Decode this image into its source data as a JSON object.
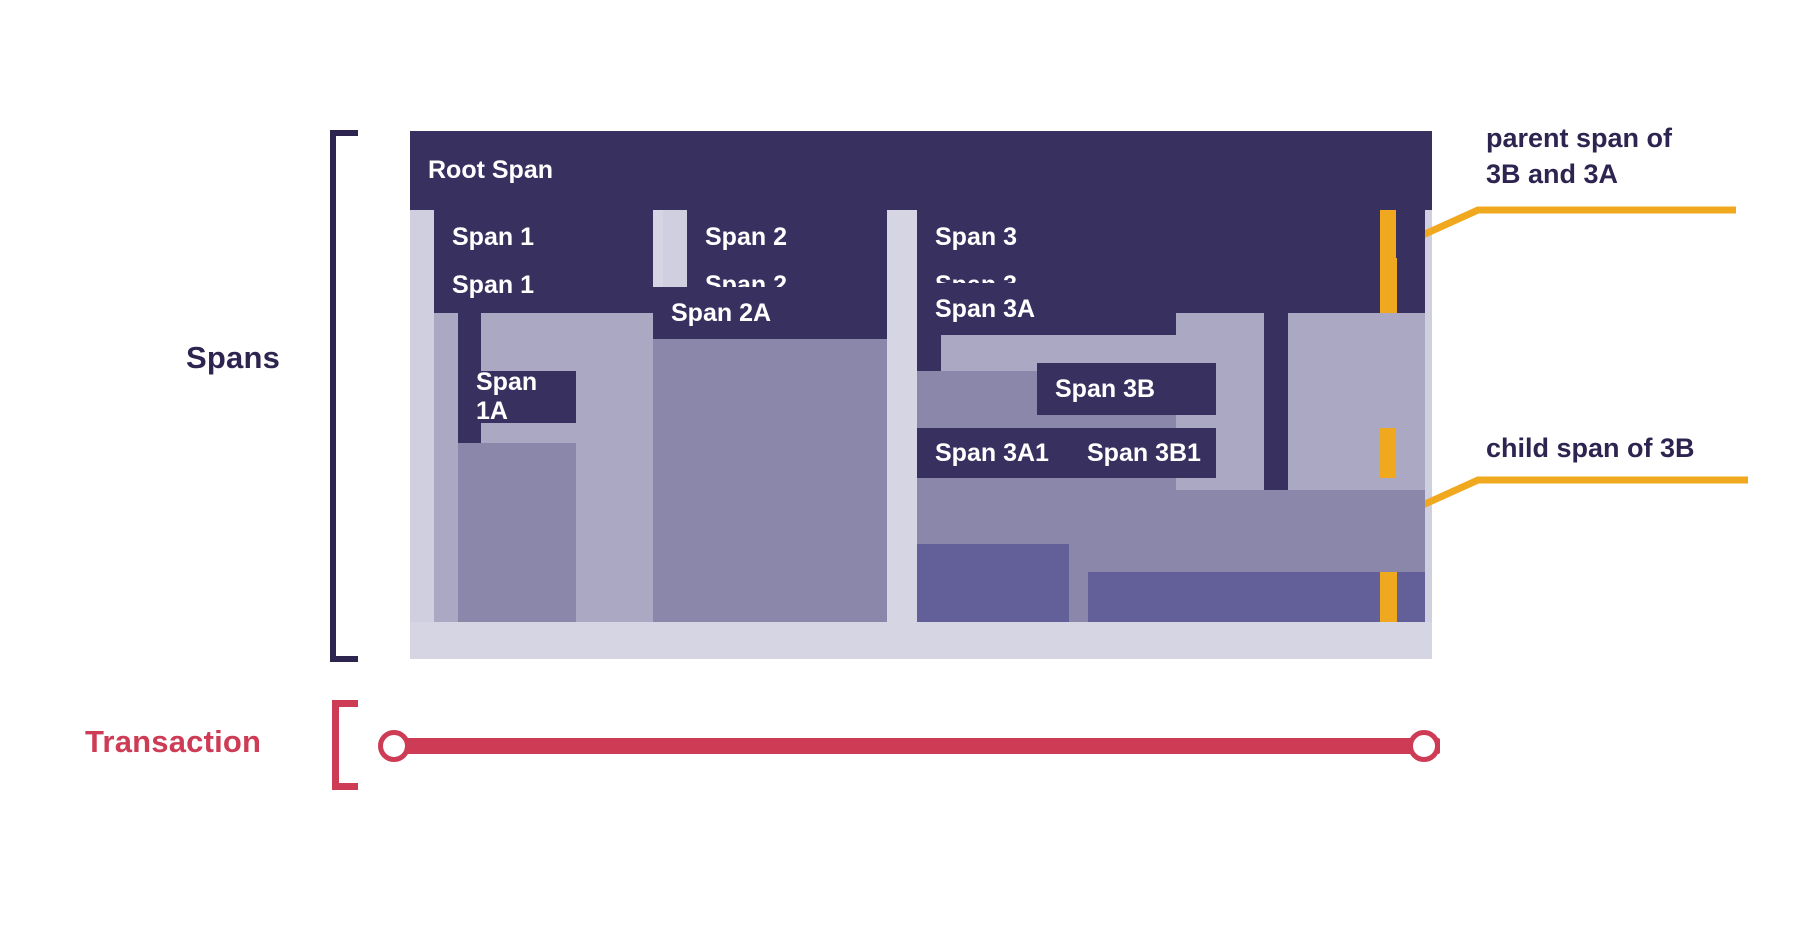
{
  "labels": {
    "spans": "Spans",
    "transaction": "Transaction"
  },
  "colors": {
    "span_bar": "#38305f",
    "level0_body": "#d6d5e3",
    "level1_body": "#aaa8c2",
    "level2_body": "#8a87ab",
    "level3_body": "#635f99",
    "accent_orange": "#f0a81e",
    "transaction_red": "#ce3b55",
    "text_dark": "#2e2450"
  },
  "diagram": {
    "title": "Spans",
    "root": {
      "label": "Root Span"
    },
    "spans": [
      {
        "id": "span-1",
        "label": "Span 1",
        "level": 1,
        "parent": "root"
      },
      {
        "id": "span-1a",
        "label": "Span 1A",
        "level": 2,
        "parent": "span-1"
      },
      {
        "id": "span-2",
        "label": "Span 2",
        "level": 1,
        "parent": "root"
      },
      {
        "id": "span-2a",
        "label": "Span 2A",
        "level": 2,
        "parent": "span-2"
      },
      {
        "id": "span-3",
        "label": "Span 3",
        "level": 1,
        "parent": "root"
      },
      {
        "id": "span-3a",
        "label": "Span 3A",
        "level": 2,
        "parent": "span-3"
      },
      {
        "id": "span-3a1",
        "label": "Span 3A1",
        "level": 3,
        "parent": "span-3a"
      },
      {
        "id": "span-3b",
        "label": "Span 3B",
        "level": 2,
        "parent": "span-3"
      },
      {
        "id": "span-3b1",
        "label": "Span 3B1",
        "level": 3,
        "parent": "span-3b"
      }
    ]
  },
  "annotations": [
    {
      "id": "annotation-parent",
      "text": "parent span of\n3B and 3A",
      "points_to": "span-3"
    },
    {
      "id": "annotation-child",
      "text": "child span of 3B",
      "points_to": "span-3b1"
    }
  ],
  "transaction": {
    "label": "Transaction"
  }
}
